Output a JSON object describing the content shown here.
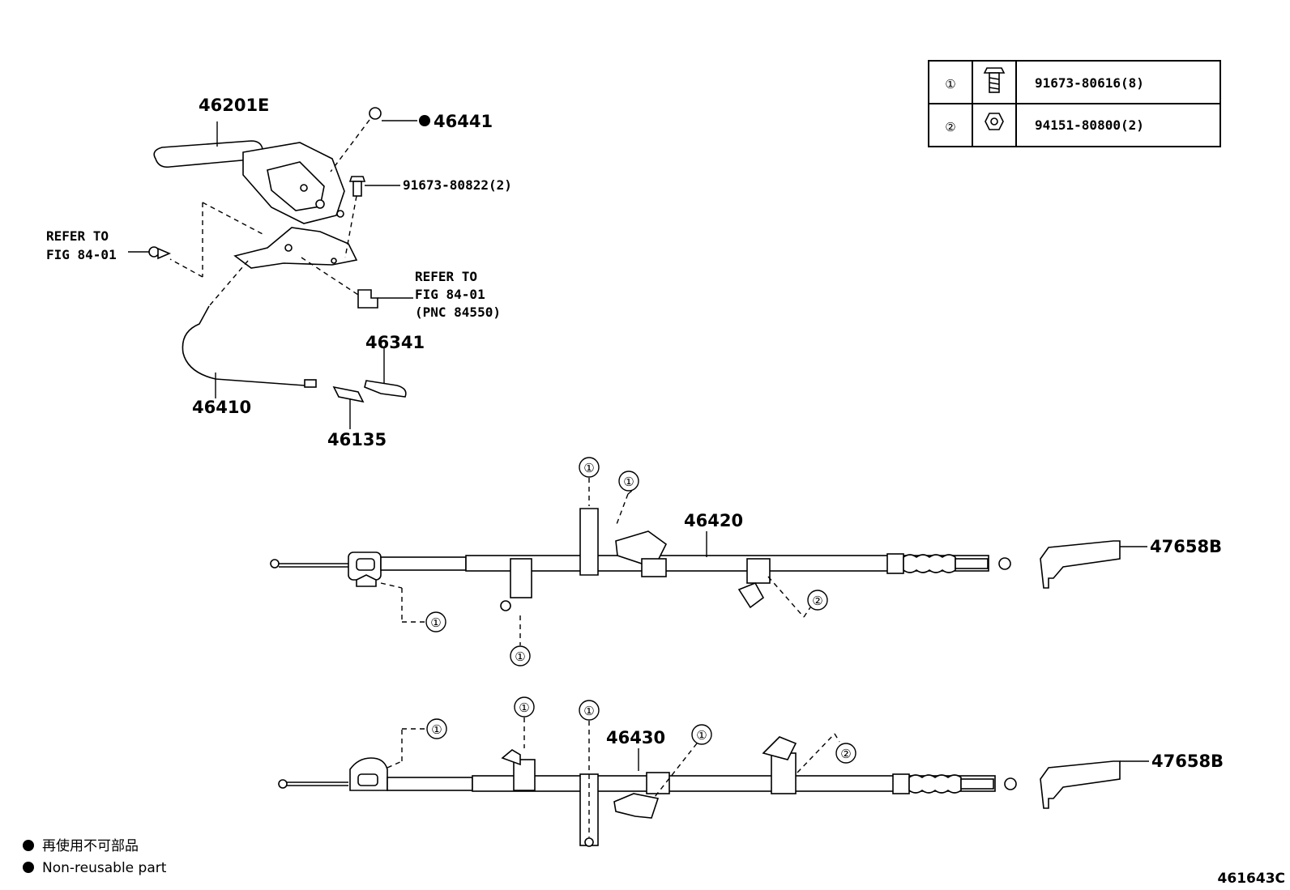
{
  "legend_table": {
    "rows": [
      {
        "ref": "①",
        "icon": "bolt-icon",
        "part_no": "91673-80616(8)"
      },
      {
        "ref": "②",
        "icon": "nut-icon",
        "part_no": "94151-80800(2)"
      }
    ]
  },
  "parts": {
    "lever": "46201E",
    "nut_46441": "46441",
    "bolt_side": "91673-80822(2)",
    "refer1_line1": "REFER TO",
    "refer1_line2": "FIG 84-01",
    "refer2_line1": "REFER TO",
    "refer2_line2": "FIG 84-01",
    "refer2_line3": "(PNC 84550)",
    "part_46341": "46341",
    "part_46410": "46410",
    "part_46135": "46135",
    "cable_right": "46420",
    "cable_left": "46430",
    "bracket_top": "47658B",
    "bracket_bottom": "47658B"
  },
  "callouts": {
    "one": "①",
    "two": "②"
  },
  "notes": {
    "non_reusable_jp": "再使用不可部品",
    "non_reusable_en": "Non-reusable part",
    "bullet": "●"
  },
  "figure_id": "461643C"
}
